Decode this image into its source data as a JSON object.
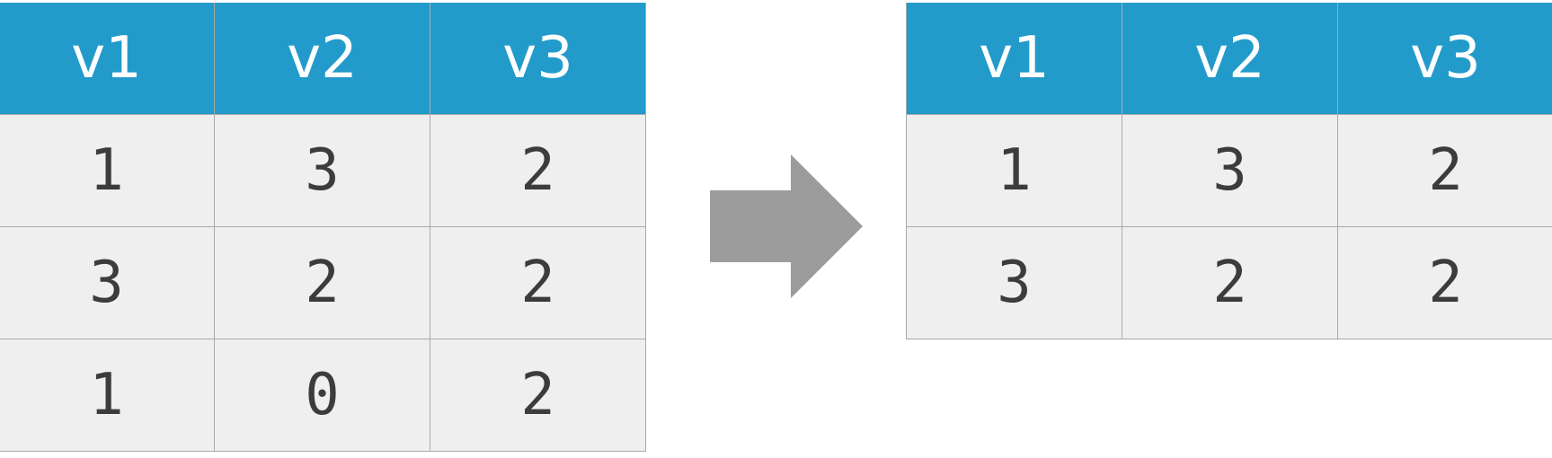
{
  "colors": {
    "header_bg": "#229bcb",
    "header_text": "#ffffff",
    "cell_bg": "#efefef",
    "cell_text": "#3c3c3c",
    "grid_line": "#aaaaaa",
    "arrow": "#9c9c9c"
  },
  "source_table": {
    "headers": [
      "v1",
      "v2",
      "v3"
    ],
    "rows": [
      [
        "1",
        "3",
        "2"
      ],
      [
        "3",
        "2",
        "2"
      ],
      [
        "1",
        "0",
        "2"
      ]
    ]
  },
  "arrow_icon": "right-arrow-icon",
  "result_table": {
    "headers": [
      "v1",
      "v2",
      "v3"
    ],
    "rows": [
      [
        "1",
        "3",
        "2"
      ],
      [
        "3",
        "2",
        "2"
      ]
    ]
  }
}
